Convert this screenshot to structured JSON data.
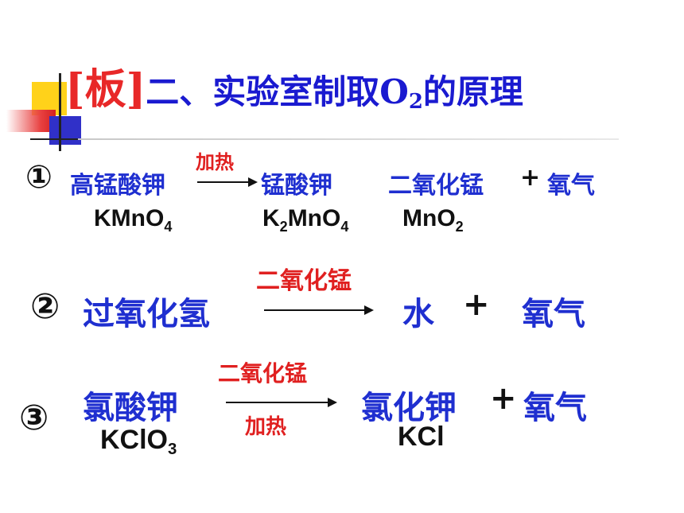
{
  "title": {
    "board": "[板]",
    "heading": "二、实验室制取",
    "formula_main": "O",
    "formula_sub": "2",
    "rest": "的原理"
  },
  "reaction1": {
    "number": "①",
    "reactant": "高锰酸钾",
    "condition": "加热",
    "product1": "锰酸钾",
    "product2": "二氧化锰",
    "plus": "+",
    "product3": "氧气",
    "formula_reactant": {
      "main": "KMnO",
      "sub": "4"
    },
    "formula_product1": {
      "pre": "K",
      "presub": "2",
      "main": "MnO",
      "sub": "4"
    },
    "formula_product2": {
      "main": "MnO",
      "sub": "2"
    }
  },
  "reaction2": {
    "number": "②",
    "reactant": "过氧化氢",
    "catalyst": "二氧化锰",
    "product1": "水",
    "plus": "+",
    "product2": "氧气"
  },
  "reaction3": {
    "number": "③",
    "reactant": "氯酸钾",
    "catalyst": "二氧化锰",
    "condition": "加热",
    "product1": "氯化钾",
    "plus": "+",
    "product2": "氧气",
    "formula_reactant": {
      "main": "KClO",
      "sub": "3"
    },
    "formula_product1": "KCl"
  }
}
